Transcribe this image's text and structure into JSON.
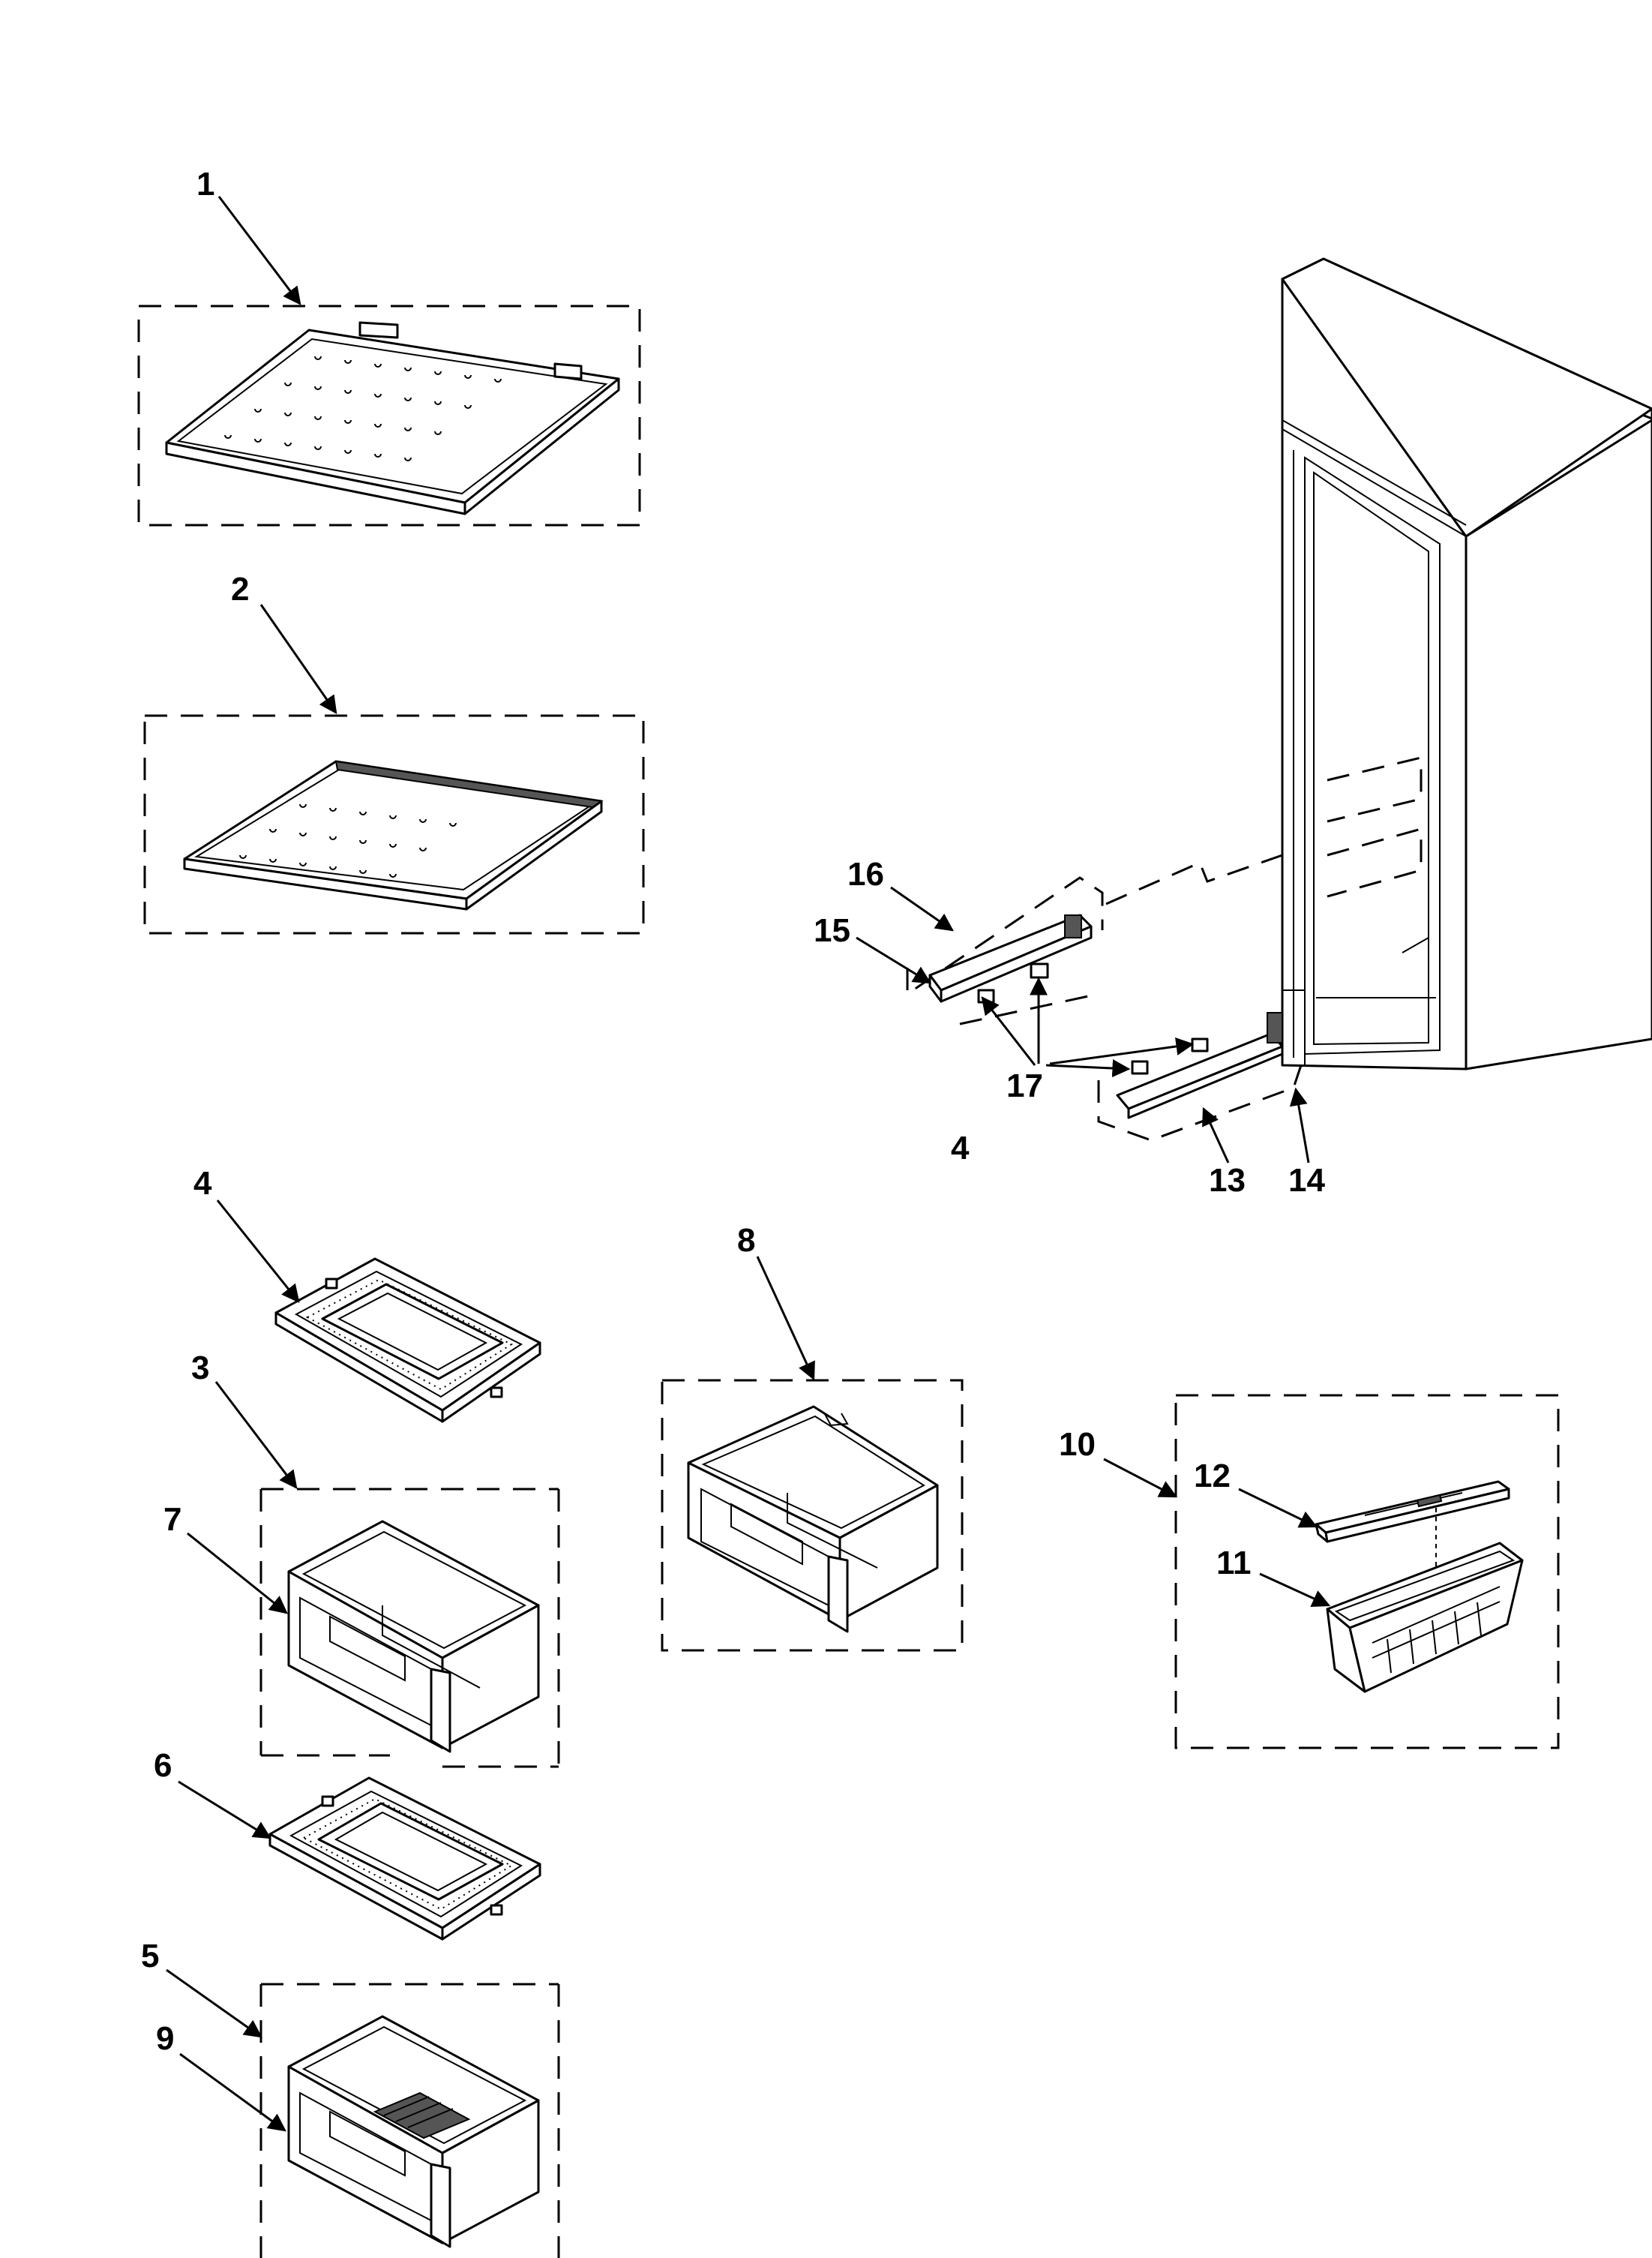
{
  "callouts": {
    "c1": "1",
    "c2": "2",
    "c3": "3",
    "c4a": "4",
    "c4b": "4",
    "c5": "5",
    "c6": "6",
    "c7": "7",
    "c8": "8",
    "c9": "9",
    "c10": "10",
    "c11": "11",
    "c12": "12",
    "c13": "13",
    "c14": "14",
    "c15": "15",
    "c16": "16",
    "c17": "17"
  },
  "icons": {
    "shelf": "glass-shelf-icon",
    "crisper_cover": "crisper-cover-icon",
    "drawer": "drawer-icon",
    "refrigerator": "refrigerator-cabinet-icon",
    "rail": "shelf-rail-icon"
  }
}
